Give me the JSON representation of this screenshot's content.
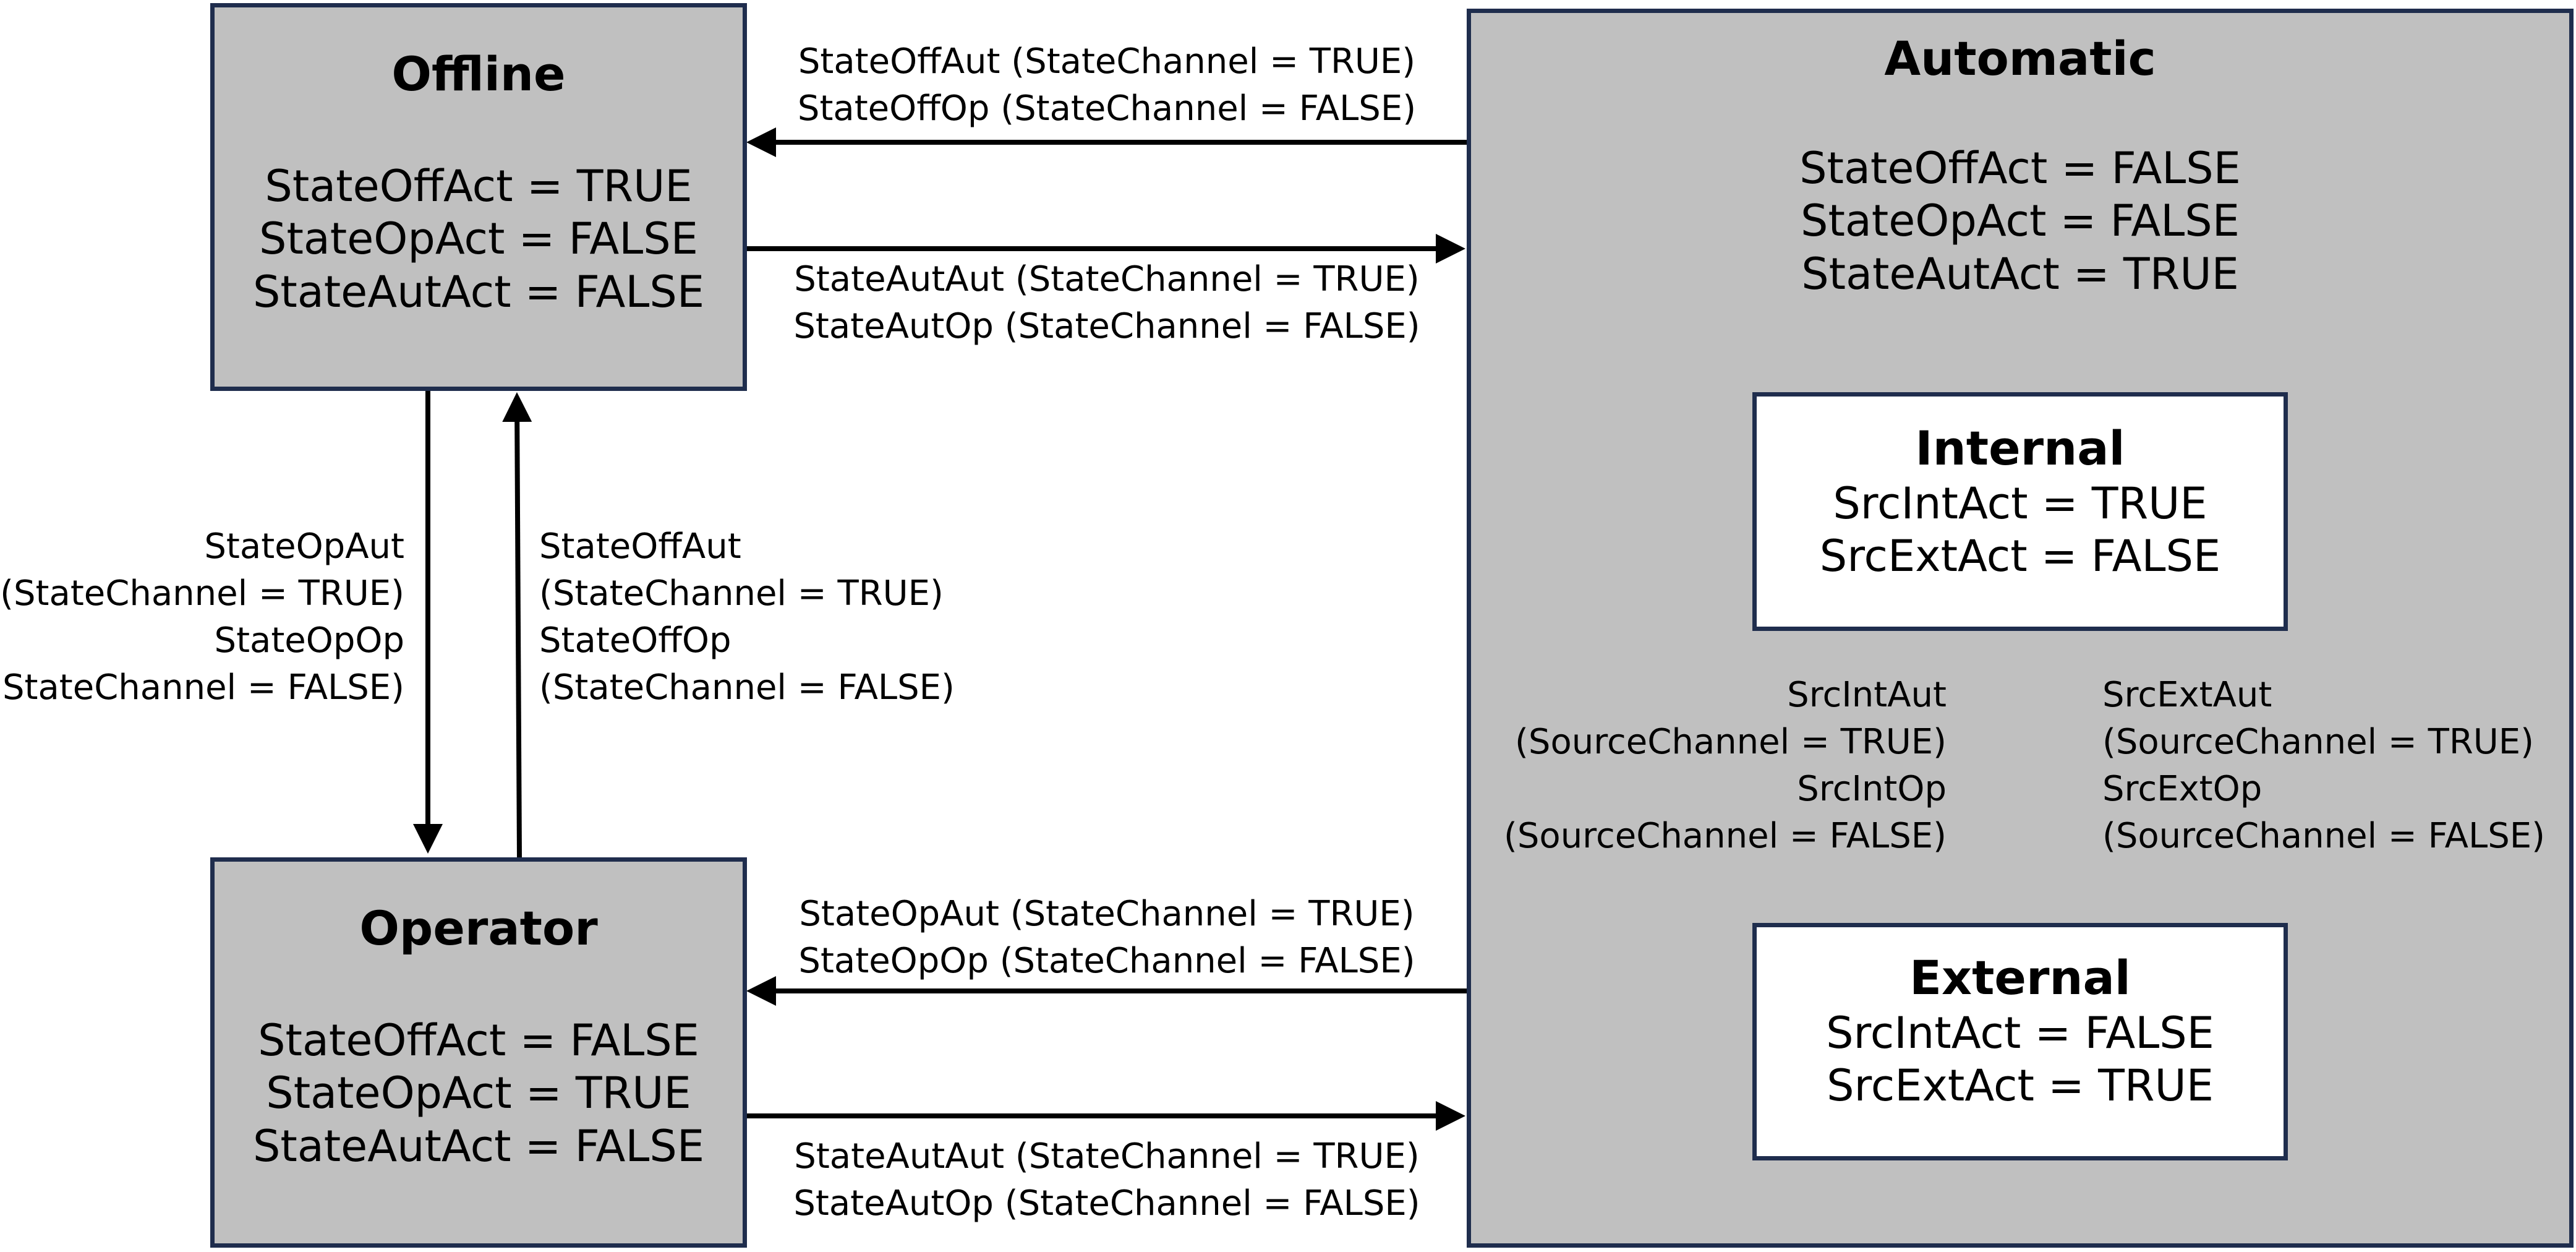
{
  "states": {
    "offline": {
      "title": "Offline",
      "lines": [
        "StateOffAct = TRUE",
        "StateOpAct = FALSE",
        "StateAutAct = FALSE"
      ]
    },
    "operator": {
      "title": "Operator",
      "lines": [
        "StateOffAct = FALSE",
        "StateOpAct = TRUE",
        "StateAutAct = FALSE"
      ]
    },
    "automatic": {
      "title": "Automatic",
      "lines": [
        "StateOffAct = FALSE",
        "StateOpAct = FALSE",
        "StateAutAct = TRUE"
      ]
    },
    "internal": {
      "title": "Internal",
      "lines": [
        "SrcIntAct = TRUE",
        "SrcExtAct = FALSE"
      ]
    },
    "external": {
      "title": "External",
      "lines": [
        "SrcIntAct = FALSE",
        "SrcExtAct = TRUE"
      ]
    }
  },
  "transitions": {
    "aut_to_off": [
      "StateOffAut (StateChannel = TRUE)",
      "StateOffOp (StateChannel = FALSE)"
    ],
    "off_to_aut": [
      "StateAutAut (StateChannel = TRUE)",
      "StateAutOp (StateChannel = FALSE)"
    ],
    "off_to_op": [
      "StateOpAut",
      "(StateChannel = TRUE)",
      "StateOpOp",
      "(StateChannel = FALSE)"
    ],
    "op_to_off": [
      "StateOffAut",
      "(StateChannel = TRUE)",
      "StateOffOp",
      "(StateChannel = FALSE)"
    ],
    "aut_to_op": [
      "StateOpAut (StateChannel = TRUE)",
      "StateOpOp (StateChannel = FALSE)"
    ],
    "op_to_aut": [
      "StateAutAut (StateChannel = TRUE)",
      "StateAutOp (StateChannel = FALSE)"
    ],
    "ext_to_int": [
      "SrcIntAut",
      "(SourceChannel = TRUE)",
      "SrcIntOp",
      "(SourceChannel = FALSE)"
    ],
    "int_to_ext": [
      "SrcExtAut",
      "(SourceChannel = TRUE)",
      "SrcExtOp",
      "(SourceChannel = FALSE)"
    ]
  }
}
